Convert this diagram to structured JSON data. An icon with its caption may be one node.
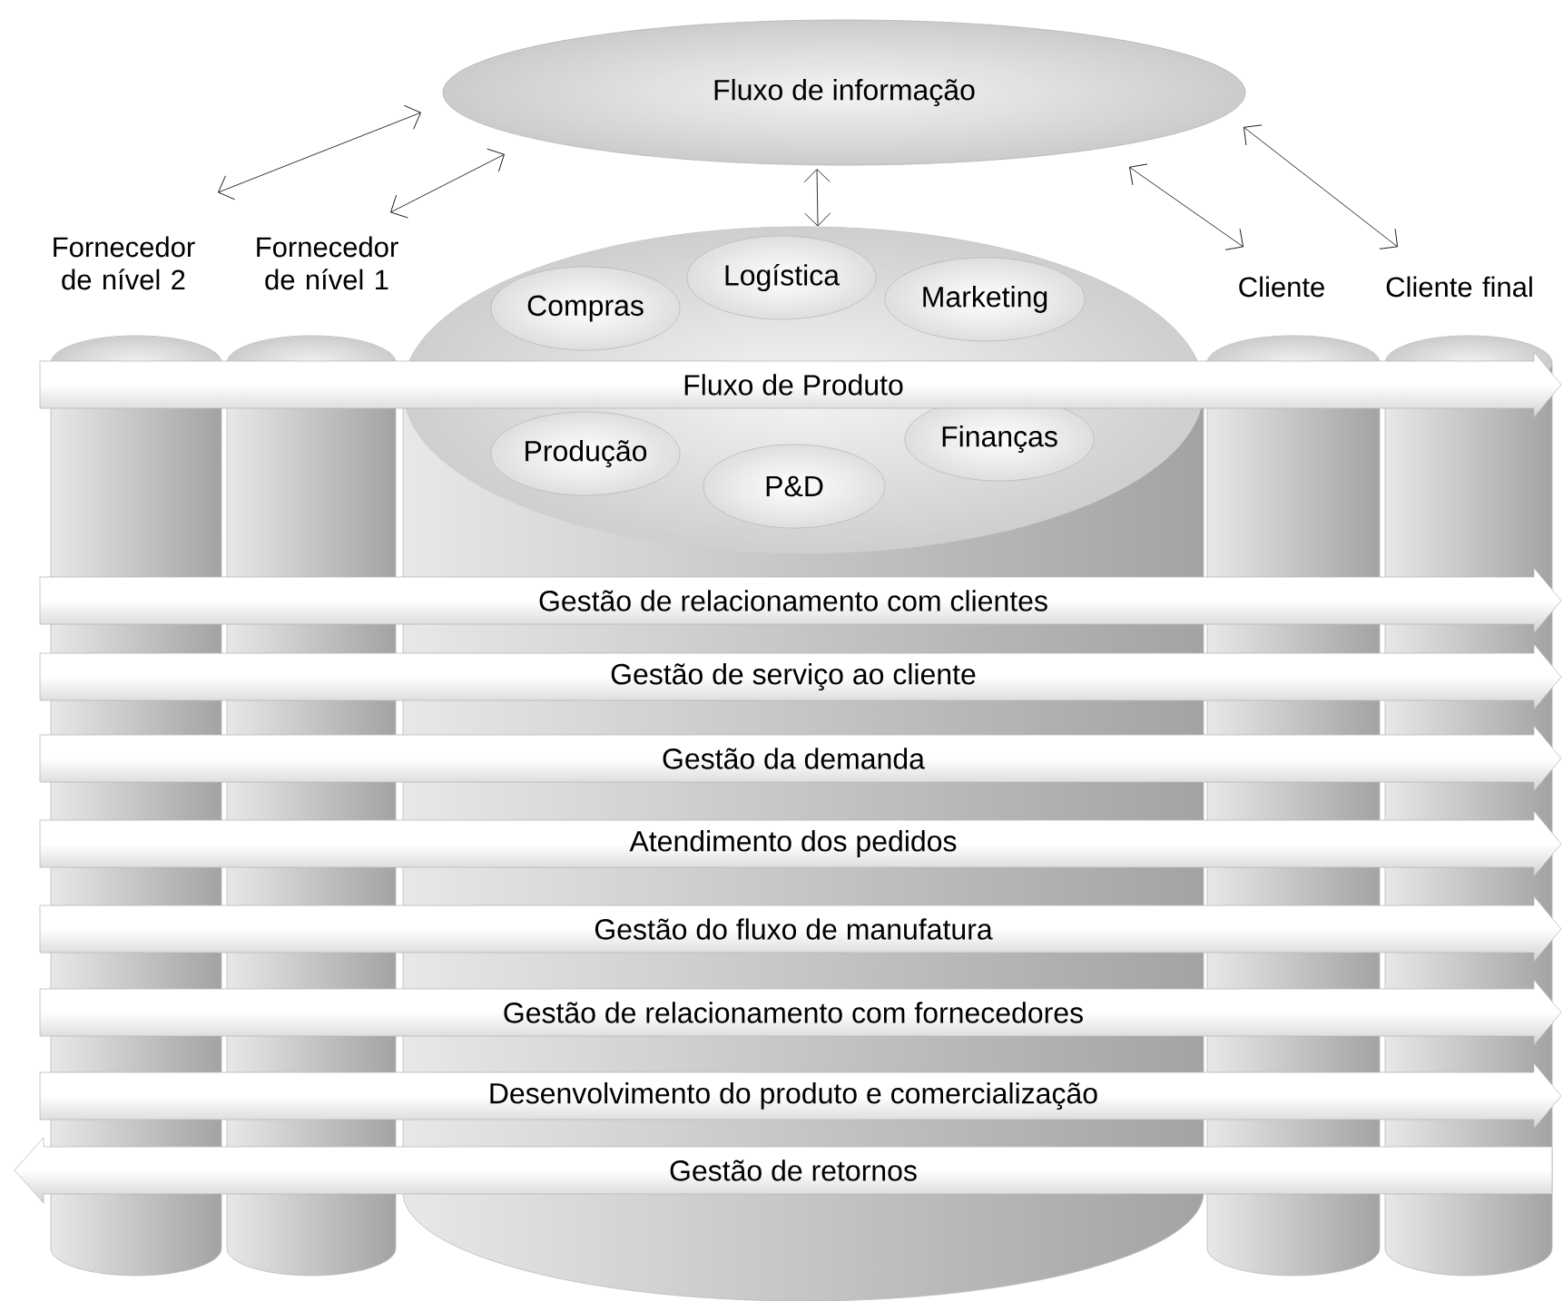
{
  "diagram": {
    "nodes": [
      {
        "text": [
          "Fluxo de informação"
        ]
      },
      {
        "text": [
          "Fornecedor de nível 2"
        ]
      },
      {
        "text": [
          "Fornecedor de nível 1"
        ]
      },
      {
        "text": [],
        "shape": "cylinder"
      },
      {
        "text": [
          "Compras"
        ],
        "in": 3
      },
      {
        "text": [
          "Logística"
        ],
        "in": 3
      },
      {
        "text": [
          "Marketing"
        ],
        "in": 3
      },
      {
        "text": [
          "Produção"
        ],
        "in": 3
      },
      {
        "text": [
          "P&D"
        ],
        "in": 3
      },
      {
        "text": [
          "Finanças"
        ],
        "in": 3
      },
      {
        "text": [
          "Cliente"
        ]
      },
      {
        "text": [
          "Cliente final"
        ]
      },
      {
        "text": [
          "Fluxo de Produto"
        ]
      },
      {
        "text": [
          "Gestão de relacionamento com clientes"
        ]
      },
      {
        "text": [
          "Gestão de serviço ao cliente"
        ]
      },
      {
        "text": [
          "Gestão da demanda"
        ]
      },
      {
        "text": [
          "Atendimento dos pedidos"
        ]
      },
      {
        "text": [
          "Gestão do fluxo de manufatura"
        ]
      },
      {
        "text": [
          "Gestão de relacionamento com fornecedores"
        ]
      },
      {
        "text": [
          "Desenvolvimento do produto e comercialização"
        ]
      },
      {
        "text": [
          "Gestão de retornos"
        ]
      }
    ],
    "edges": [
      {
        "from": 1,
        "to": 0,
        "arrow": "both"
      },
      {
        "from": 2,
        "to": 0,
        "arrow": "both"
      },
      {
        "from": 3,
        "to": 0,
        "arrow": "both"
      },
      {
        "from": 10,
        "to": 0,
        "arrow": "both"
      },
      {
        "from": 11,
        "to": 0,
        "arrow": "both"
      }
    ]
  }
}
